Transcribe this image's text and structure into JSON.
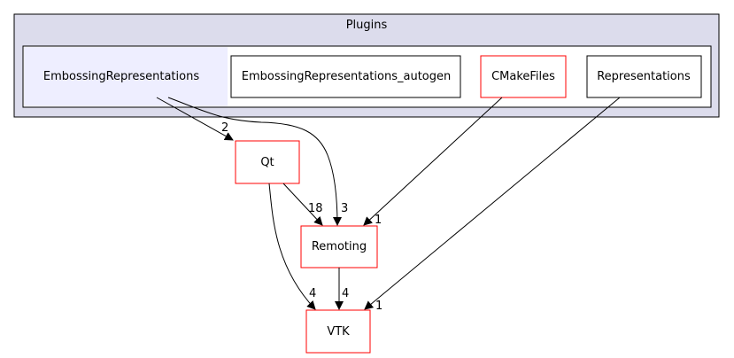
{
  "diagram": {
    "outer_cluster": {
      "label": "Plugins",
      "fill": "#dcdcec",
      "stroke": "#000000"
    },
    "inner_cluster": {
      "fill": "#ffffff",
      "stroke": "#000000"
    },
    "nodes": {
      "embossing": {
        "label": "EmbossingRepresentations",
        "fill": "#eeeeff"
      },
      "autogen": {
        "label": "EmbossingRepresentations_autogen",
        "stroke": "#000000"
      },
      "cmakefiles": {
        "label": "CMakeFiles",
        "stroke": "#ff0000"
      },
      "representations": {
        "label": "Representations",
        "stroke": "#000000"
      },
      "qt": {
        "label": "Qt",
        "stroke": "#ff0000"
      },
      "remoting": {
        "label": "Remoting",
        "stroke": "#ff0000"
      },
      "vtk": {
        "label": "VTK",
        "stroke": "#ff0000"
      }
    },
    "edges": [
      {
        "from": "EmbossingRepresentations",
        "to": "Qt",
        "label": "2"
      },
      {
        "from": "EmbossingRepresentations",
        "to": "Remoting",
        "label": "3"
      },
      {
        "from": "CMakeFiles",
        "to": "Remoting",
        "label": "1"
      },
      {
        "from": "Representations",
        "to": "VTK",
        "label": "1"
      },
      {
        "from": "Qt",
        "to": "Remoting",
        "label": "18"
      },
      {
        "from": "Qt",
        "to": "VTK",
        "label": "4"
      },
      {
        "from": "Remoting",
        "to": "VTK",
        "label": "4"
      }
    ]
  }
}
